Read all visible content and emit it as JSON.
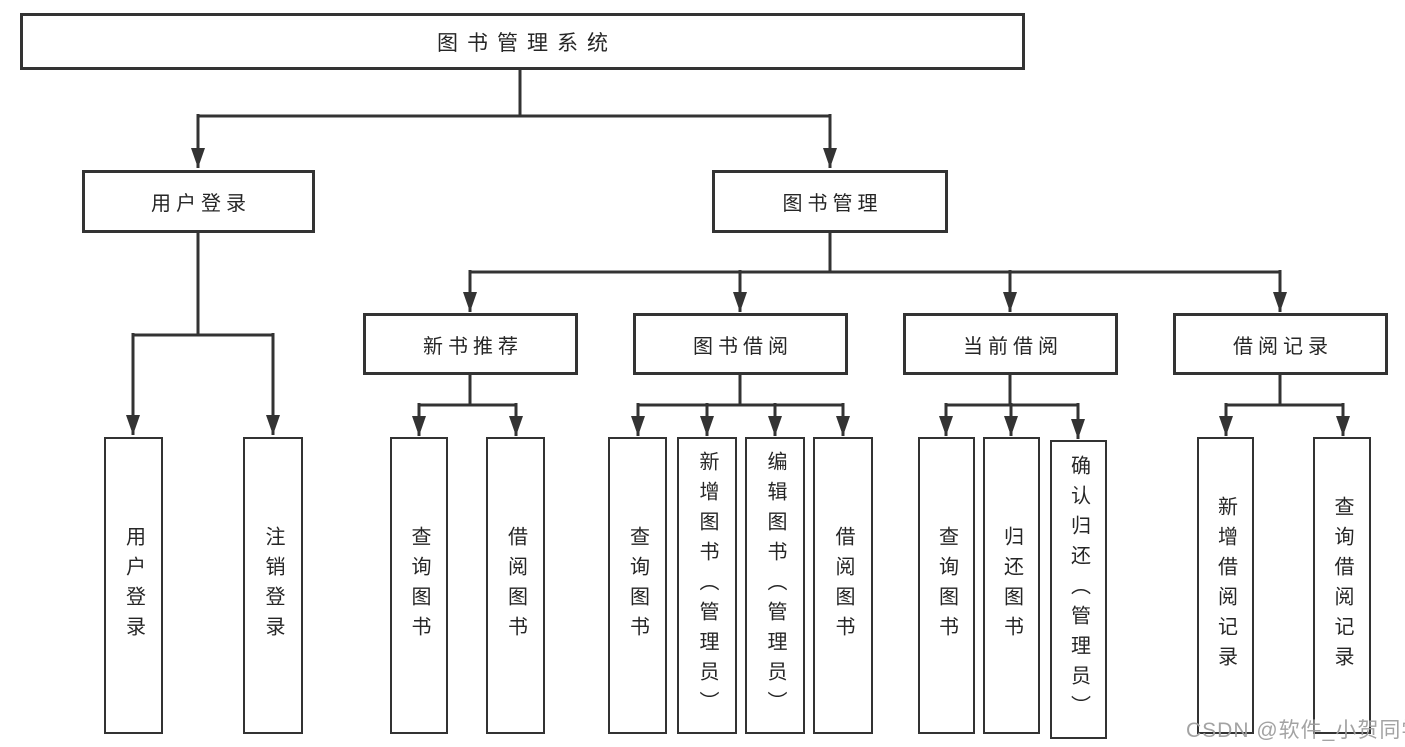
{
  "colors": {
    "line": "#333333",
    "box_border": "#333333",
    "text": "#262626",
    "watermark": "#9e9e9e",
    "background": "#ffffff"
  },
  "watermark": {
    "text": "CSDN @软件_小贺同学"
  },
  "tree": {
    "label": "图书管理系统",
    "children": [
      {
        "label": "用户登录",
        "children": [
          {
            "label": "用户登录"
          },
          {
            "label": "注销登录"
          }
        ]
      },
      {
        "label": "图书管理",
        "children": [
          {
            "label": "新书推荐",
            "children": [
              {
                "label": "查询图书"
              },
              {
                "label": "借阅图书"
              }
            ]
          },
          {
            "label": "图书借阅",
            "children": [
              {
                "label": "查询图书"
              },
              {
                "label": "新增图书（管理员）"
              },
              {
                "label": "编辑图书（管理员）"
              },
              {
                "label": "借阅图书"
              }
            ]
          },
          {
            "label": "当前借阅",
            "children": [
              {
                "label": "查询图书"
              },
              {
                "label": "归还图书"
              },
              {
                "label": "确认归还（管理员）"
              }
            ]
          },
          {
            "label": "借阅记录",
            "children": [
              {
                "label": "新增借阅记录"
              },
              {
                "label": "查询借阅记录"
              }
            ]
          }
        ]
      }
    ]
  }
}
